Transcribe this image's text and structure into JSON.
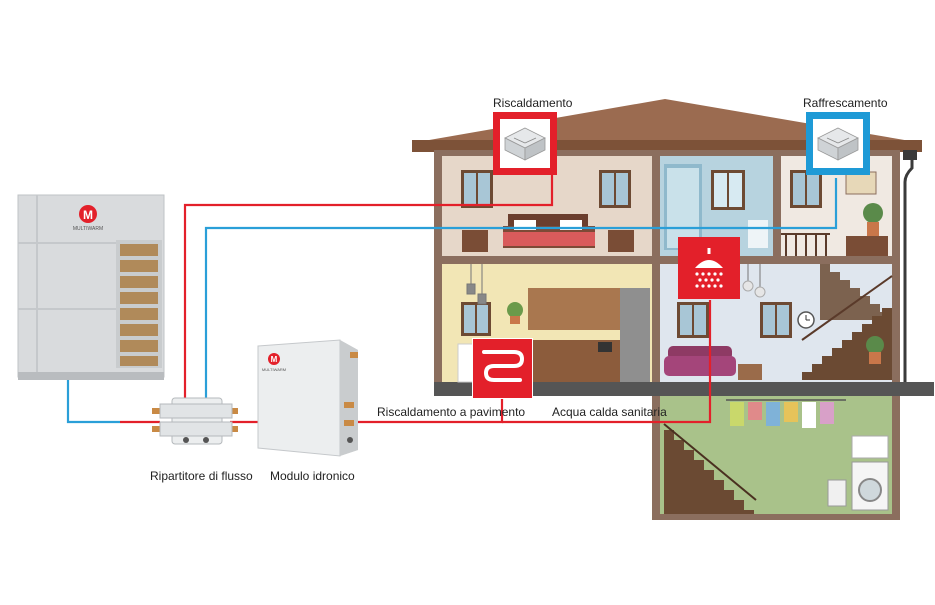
{
  "labels": {
    "heating": "Riscaldamento",
    "cooling": "Raffrescamento",
    "floor_heating": "Riscaldamento a pavimento",
    "hot_water": "Acqua calda sanitaria",
    "flow_divider": "Ripartitore di flusso",
    "hydronic_module": "Modulo idronico"
  },
  "brand": {
    "outdoor_unit_logo": "MULTIWARM",
    "module_logo": "MULTIWARM"
  },
  "colors": {
    "hot_pipe": "#e3202a",
    "cold_pipe": "#2a9fd8",
    "heating_badge": "#e3202a",
    "cooling_badge": "#1e9ad6",
    "roof": "#9b6b50",
    "house_wall": "#e8dfd6",
    "basement": "#a9c28a"
  },
  "icons": {
    "heating": "cassette-unit-icon",
    "cooling": "cassette-unit-icon",
    "floor_heating": "floor-heating-coil-icon",
    "hot_water": "shower-icon"
  }
}
